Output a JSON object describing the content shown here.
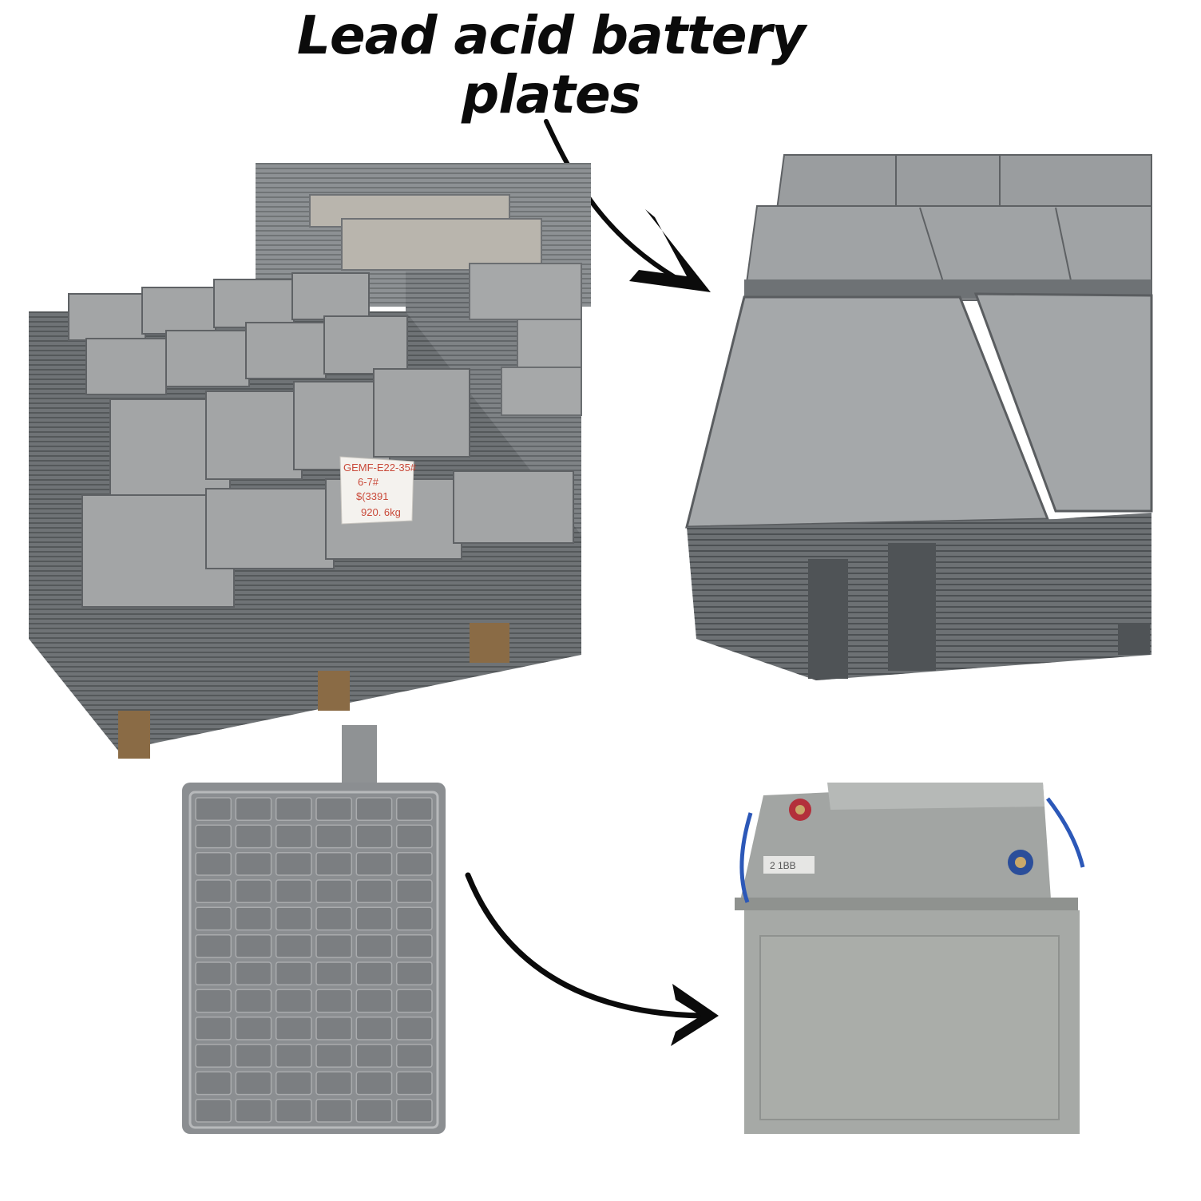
{
  "title": {
    "line1": "Lead acid battery",
    "line2": "plates"
  },
  "photos": {
    "pallet_label": {
      "line1": "GEMF-E22-35#",
      "line2": "6-7#",
      "line3": "$(3391",
      "line4": "920. 6kg"
    },
    "battery_label": "2 1BB"
  },
  "colors": {
    "background": "#ffffff",
    "text": "#0b0b0b",
    "lead_plate": "#8e9296",
    "battery_case": "#a7aaa7"
  }
}
